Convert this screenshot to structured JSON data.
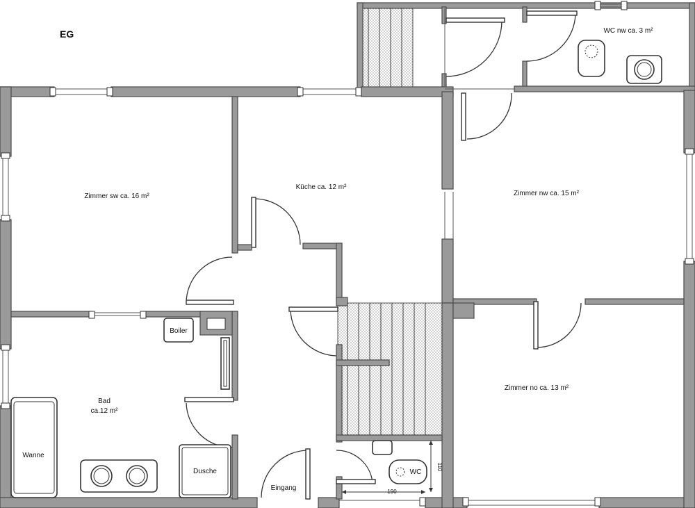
{
  "floor_label": "EG",
  "rooms": {
    "zimmer_sw": "Zimmer sw ca. 16 m²",
    "kueche": "Küche ca. 12 m²",
    "zimmer_nw": "Zimmer nw  ca. 15 m²",
    "wc_nw": "WC nw  ca. 3 m²",
    "bad_name": "Bad",
    "bad_area": "ca.12 m²",
    "zimmer_no": "Zimmer no  ca. 13 m²"
  },
  "fixtures": {
    "boiler": "Boiler",
    "wanne": "Wanne",
    "dusche": "Dusche",
    "wc": "WC",
    "eingang": "Eingang"
  },
  "dimensions": {
    "width": "190",
    "height": "110"
  },
  "colors": {
    "wall": "#9a9a9a",
    "background": "#ffffff"
  }
}
